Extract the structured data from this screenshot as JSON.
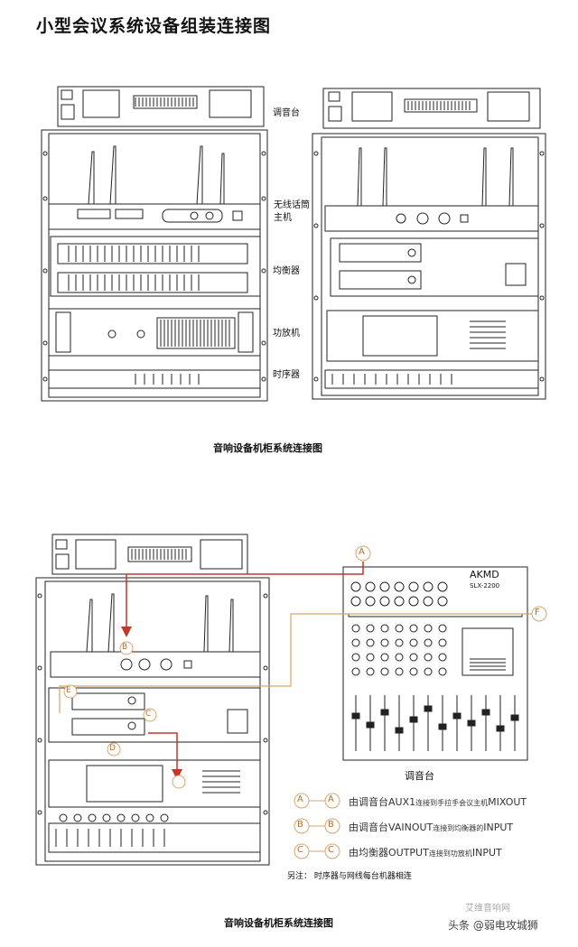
{
  "title": "小型会议系统设备组装连接图",
  "captions": {
    "top": "音响设备机柜系统连接图",
    "bottom": "音响设备机柜系统连接图"
  },
  "labels": {
    "mixer": "调音台",
    "wireless": "无线话筒主机",
    "equalizer": "均衡器",
    "amplifier": "功放机",
    "sequencer": "时序器",
    "mixer_bottom": "调音台"
  },
  "mixer_device": {
    "brand": "AKMD",
    "model": "SLX-2200"
  },
  "legend": [
    {
      "marker": "A",
      "from": "由调音台AUX1",
      "mid": "连接到手拉手会议主机",
      "to": "MIXOUT"
    },
    {
      "marker": "B",
      "from": "由调音台VAINOUT",
      "mid": "连接到均衡器的",
      "to": "INPUT"
    },
    {
      "marker": "C",
      "from": "由均衡器OUTPUT",
      "mid": "连接到功放机",
      "to": "INPUT"
    }
  ],
  "callouts": [
    "A",
    "B",
    "C",
    "D",
    "E",
    "F"
  ],
  "note": "另注：   时序器与网线每台机器相连",
  "watermark": "艾维音响网",
  "credit": "头条 @弱电攻城狮",
  "colors": {
    "connection": "#c0392b",
    "line": "#222",
    "tan": "#d9a46c"
  }
}
